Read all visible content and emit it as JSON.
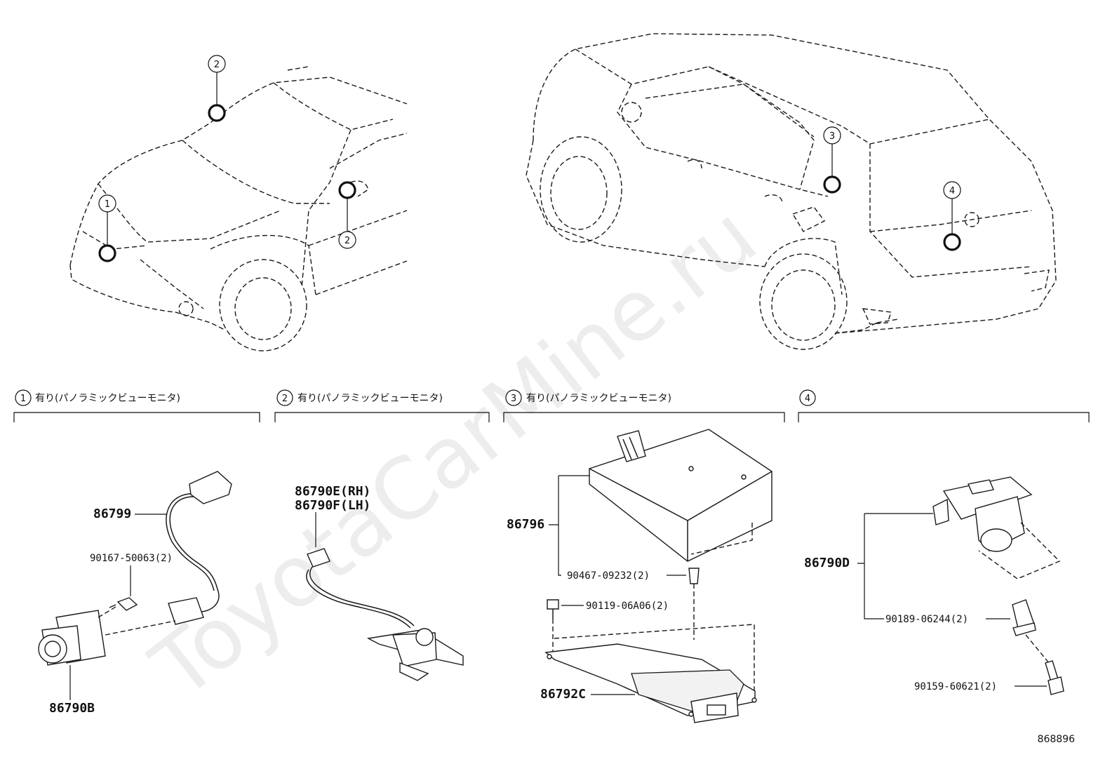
{
  "watermark": "ToyotaCarMine.ru",
  "figure_ref": "868896",
  "callouts": {
    "c1": "1",
    "c2": "2",
    "c3": "3",
    "c4": "4"
  },
  "sections": [
    {
      "num": "1",
      "heading": "有り(パノラミックビューモニタ)"
    },
    {
      "num": "2",
      "heading": "有り(パノラミックビューモニタ)"
    },
    {
      "num": "3",
      "heading": "有り(パノラミックビューモニタ)"
    },
    {
      "num": "4",
      "heading": ""
    }
  ],
  "parts": {
    "p86799": "86799",
    "p90167": "90167-50063(2)",
    "p86790B": "86790B",
    "p86790E": "86790E(RH)",
    "p86790F": "86790F(LH)",
    "p86796": "86796",
    "p90467": "90467-09232(2)",
    "p90119": "90119-06A06(2)",
    "p86792C": "86792C",
    "p86790D": "86790D",
    "p90189": "90189-06244(2)",
    "p90159": "90159-60621(2)"
  }
}
